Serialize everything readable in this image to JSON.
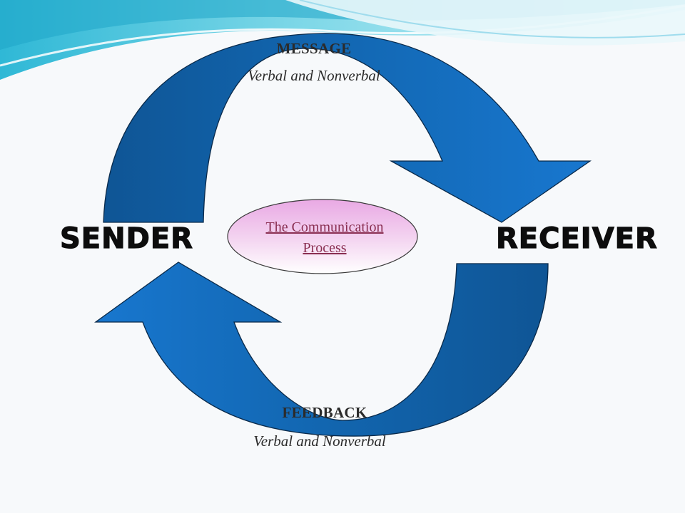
{
  "diagram": {
    "message": {
      "title": "MESSAGE",
      "subtitle": "Verbal and Nonverbal"
    },
    "feedback": {
      "title": "FEEDBACK",
      "subtitle": "Verbal and Nonverbal"
    },
    "sender": "SENDER",
    "receiver": "RECEIVER",
    "center": {
      "line1": "The Communication",
      "line2": "Process"
    }
  },
  "colors": {
    "arrow_dark": "#0e5a9e",
    "arrow_light": "#1773c9",
    "arrow_outline": "#0a2a4a",
    "wave_cyan": "#3bc3dc",
    "ellipse_top": "#ebb0e6",
    "ellipse_bottom": "#ffffff",
    "center_text": "#8a2f52"
  },
  "icons": [
    "message-arrow-icon",
    "feedback-arrow-icon"
  ]
}
